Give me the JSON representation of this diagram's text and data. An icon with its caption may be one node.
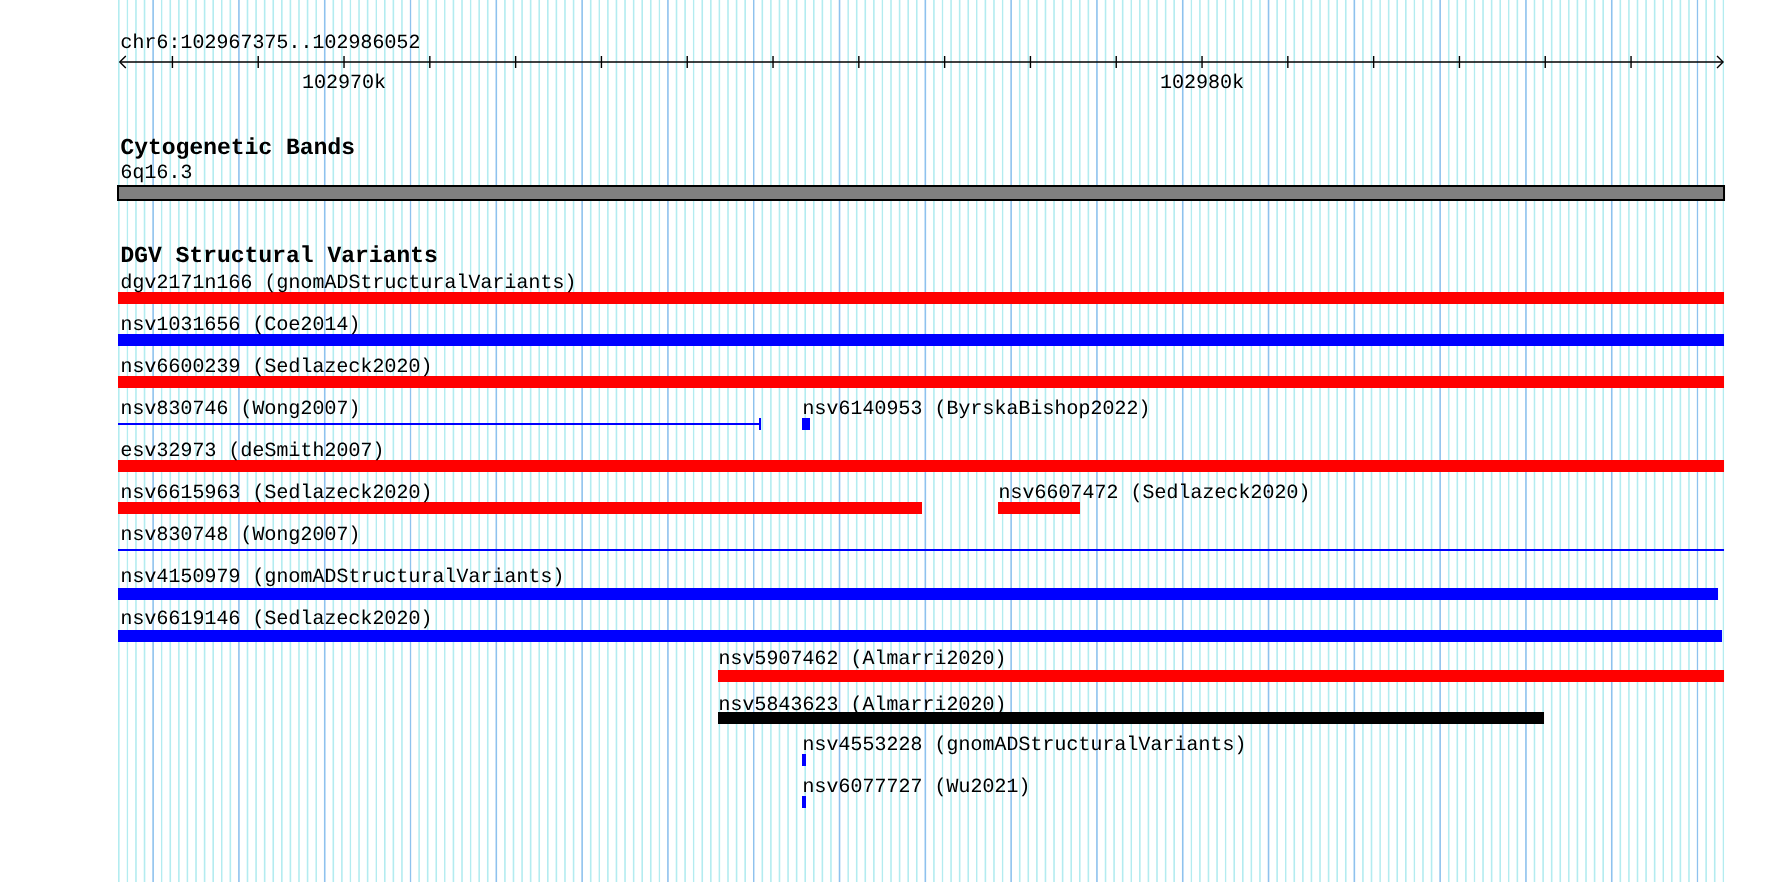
{
  "diagram": {
    "nodes": [
      {
        "text": [
          "6q16.3"
        ]
      },
      {
        "text": [
          "dgv2171n166 (gnomADStructuralVariants)"
        ]
      },
      {
        "text": [
          "nsv1031656 (Coe2014)"
        ]
      },
      {
        "text": [
          "nsv6600239 (Sedlazeck2020)"
        ]
      },
      {
        "text": [
          "nsv830746 (Wong2007)"
        ]
      },
      {
        "text": [
          "nsv6140953 (ByrskaBishop2022)"
        ]
      },
      {
        "text": [
          "esv32973 (deSmith2007)"
        ]
      },
      {
        "text": [
          "nsv6615963 (Sedlazeck2020)"
        ]
      },
      {
        "text": [
          "nsv6607472 (Sedlazeck2020)"
        ]
      },
      {
        "text": [
          "nsv830748 (Wong2007)"
        ]
      },
      {
        "text": [
          "nsv4150979 (gnomADStructuralVariants)"
        ]
      },
      {
        "text": [
          "nsv6619146 (Sedlazeck2020)"
        ]
      },
      {
        "text": [
          "nsv5907462 (Almarri2020)"
        ]
      },
      {
        "text": [
          "nsv5843623 (Almarri2020)"
        ]
      },
      {
        "text": [
          "nsv4553228 (gnomADStructuralVariants)"
        ]
      },
      {
        "text": [
          "nsv6077727 (Wu2021)"
        ]
      }
    ],
    "labels": [
      "chr6:102967375..102986052",
      "102970k",
      "102980k",
      "Cytogenetic Bands",
      "DGV Structural Variants"
    ]
  }
}
